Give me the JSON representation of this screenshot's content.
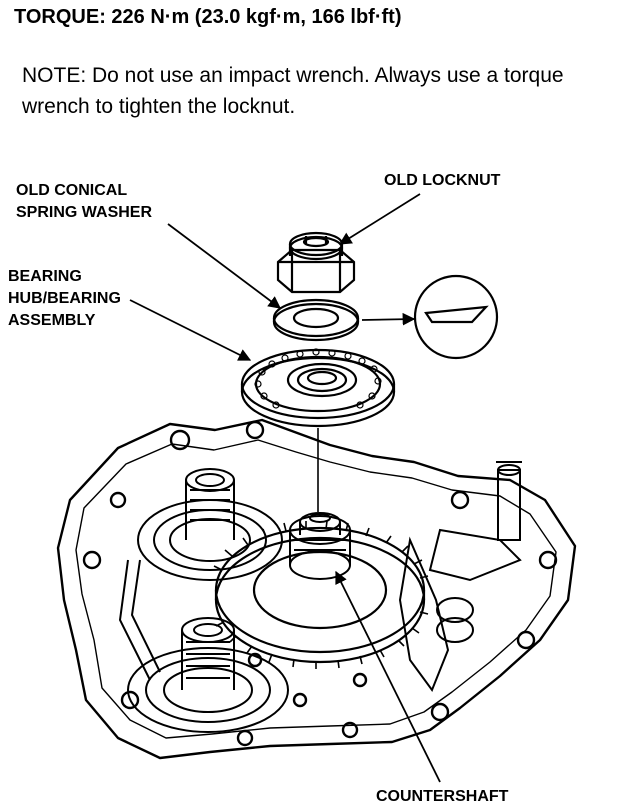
{
  "torque": "TORQUE: 226 N·m (23.0 kgf·m, 166 lbf·ft)",
  "note": "NOTE:  Do not use an impact wrench. Always use a torque wrench to tighten the locknut.",
  "callouts": {
    "old_conical_spring_washer": [
      "OLD CONICAL",
      "SPRING WASHER"
    ],
    "old_locknut": "OLD LOCKNUT",
    "bearing_hub_assembly": [
      "BEARING",
      "HUB/BEARING",
      "ASSEMBLY"
    ],
    "countershaft": "COUNTERSHAFT"
  }
}
